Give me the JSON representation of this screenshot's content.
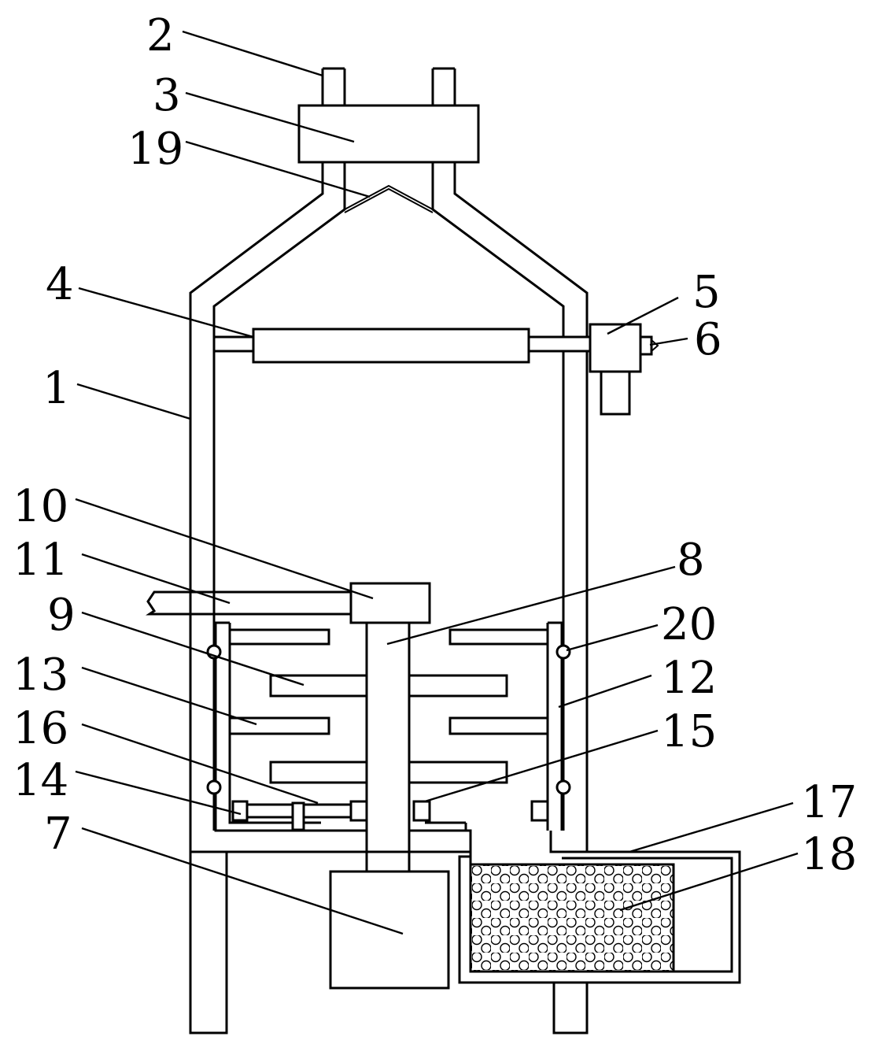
{
  "colors": {
    "stroke": "#000000",
    "background": "#ffffff"
  },
  "callouts": [
    {
      "id": "p1",
      "text": "1"
    },
    {
      "id": "p2",
      "text": "2"
    },
    {
      "id": "p3",
      "text": "3"
    },
    {
      "id": "p4",
      "text": "4"
    },
    {
      "id": "p5",
      "text": "5"
    },
    {
      "id": "p6",
      "text": "6"
    },
    {
      "id": "p7",
      "text": "7"
    },
    {
      "id": "p8",
      "text": "8"
    },
    {
      "id": "p9",
      "text": "9"
    },
    {
      "id": "p10",
      "text": "10"
    },
    {
      "id": "p11",
      "text": "11"
    },
    {
      "id": "p12",
      "text": "12"
    },
    {
      "id": "p13",
      "text": "13"
    },
    {
      "id": "p14",
      "text": "14"
    },
    {
      "id": "p15",
      "text": "15"
    },
    {
      "id": "p16",
      "text": "16"
    },
    {
      "id": "p17",
      "text": "17"
    },
    {
      "id": "p18",
      "text": "18"
    },
    {
      "id": "p19",
      "text": "19"
    },
    {
      "id": "p20",
      "text": "20"
    }
  ]
}
